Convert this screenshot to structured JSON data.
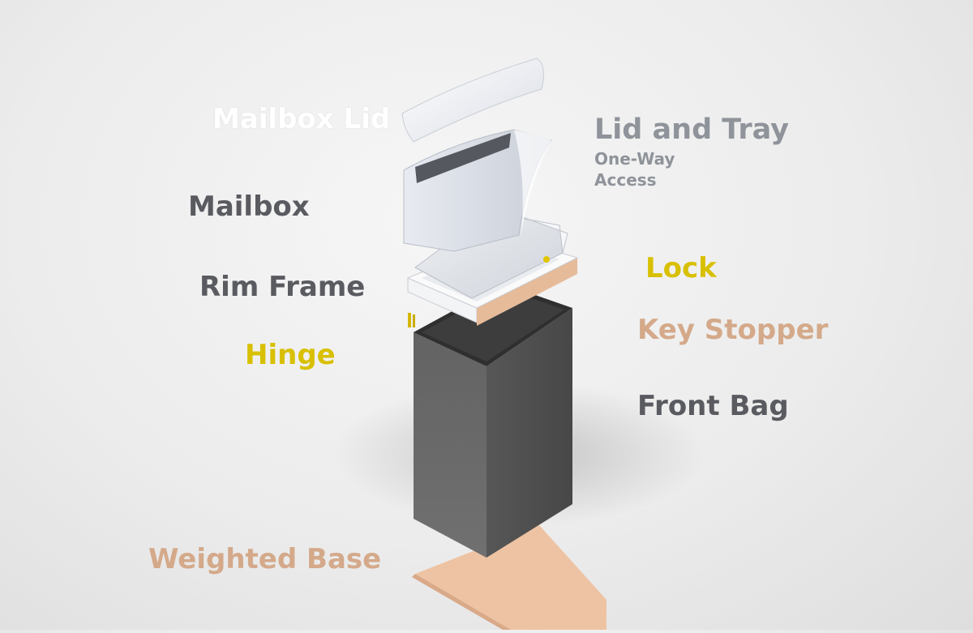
{
  "labels": {
    "mailbox_lid": "Mailbox Lid",
    "lid_and_tray": "Lid and Tray",
    "lid_and_tray_sub": "One-Way\nAccess",
    "mailbox": "Mailbox",
    "rim_frame": "Rim Frame",
    "lock": "Lock",
    "key_stopper": "Key Stopper",
    "hinge": "Hinge",
    "front_bag": "Front Bag",
    "weighted_base": "Weighted Base"
  },
  "colors": {
    "white_label": "#ffffff",
    "gray_label": "#8f939a",
    "dark_label": "#5a5b60",
    "yellow_label": "#d8c000",
    "tan_label": "#d4a98a",
    "bag_front": "#6b6b6b",
    "bag_side": "#4d4d4d",
    "bag_top": "#3a3a3a",
    "base_plate": "#eec3a3",
    "key_stopper_part": "#e6bb9a",
    "hinge_part": "#d4b600",
    "lock_part": "#e0c400",
    "light_part": "#f3f4f6"
  }
}
